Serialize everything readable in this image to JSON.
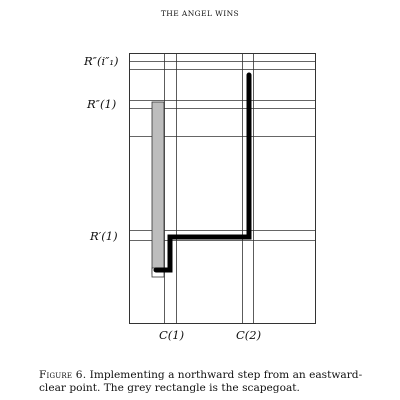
{
  "running_head": "THE ANGEL WINS",
  "labels": {
    "r_top": "R″(i″₁)",
    "r_mid": "R″(1)",
    "r_low": "R′(1)",
    "c1": "C(1)",
    "c2": "C(2)"
  },
  "caption": {
    "tag": "Figure 6.",
    "text": "Implementing a northward step from an eastward-clear point. The grey rectangle is the scapegoat."
  },
  "colors": {
    "scapegoat_fill": "#bdbdbd",
    "path": "#000000",
    "grid": "#333333"
  }
}
